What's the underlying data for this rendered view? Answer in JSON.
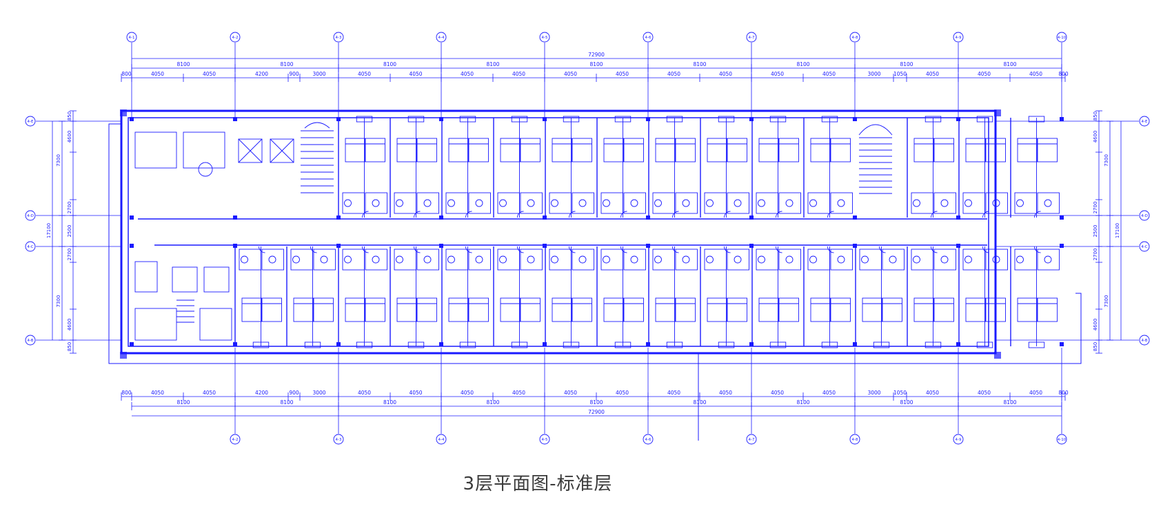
{
  "caption": "3层平面图-标准层",
  "colors": {
    "line": "#1a1aff",
    "caption": "#3a3a3a",
    "background": "#ffffff"
  },
  "dims": {
    "total_h": "72900",
    "mid_h": [
      "8100",
      "8100",
      "8100",
      "8100",
      "8100",
      "8100",
      "8100",
      "8100",
      "8100"
    ],
    "seg_h": [
      "800",
      "4050",
      "4050",
      "4200",
      "900",
      "3000",
      "4050",
      "4050",
      "4050",
      "4050",
      "4050",
      "4050",
      "4050",
      "4050",
      "4050",
      "4050",
      "3000",
      "1050",
      "4050",
      "4050",
      "4050",
      "800"
    ],
    "total_v": "17100",
    "seg_v_left": [
      "850",
      "4600",
      "7300",
      "2700",
      "2500",
      "2700",
      "7300",
      "4600",
      "850"
    ],
    "seg_v_right": [
      "850",
      "4600",
      "7300",
      "2700",
      "2500",
      "2700",
      "7300",
      "4600",
      "850"
    ]
  },
  "axes": {
    "top": [
      "4-1",
      "4-2",
      "4-3",
      "4-4",
      "4-5",
      "4-6",
      "4-7",
      "4-8",
      "4-9",
      "4-10"
    ],
    "bottom": [
      "4-2",
      "4-3",
      "4-4",
      "4-5",
      "4-6",
      "4-7",
      "4-8",
      "4-9",
      "4-10"
    ],
    "left": [
      "4-E",
      "4-D",
      "4-C",
      "4-B"
    ],
    "right": [
      "4-E",
      "4-D",
      "4-C",
      "4-B"
    ]
  }
}
